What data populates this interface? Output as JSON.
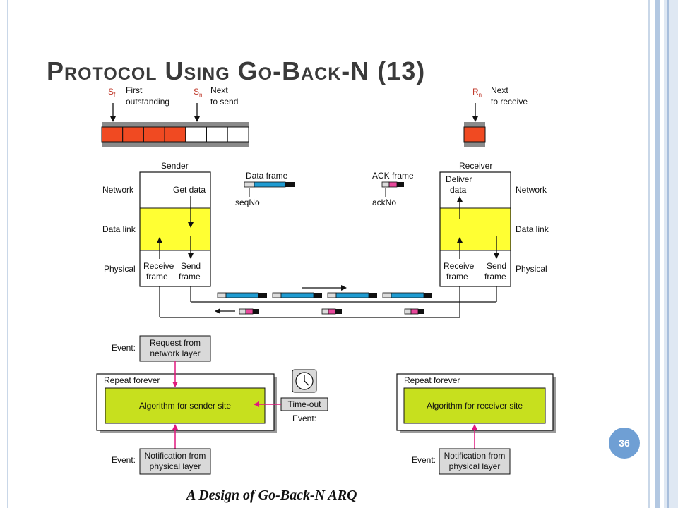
{
  "slide": {
    "title": "Protocol Using Go-Back-N (13)",
    "page_number": "36",
    "caption": "A Design of Go-Back-N ARQ"
  },
  "window": {
    "sf": "S",
    "sf_sub": "f",
    "sn": "S",
    "sn_sub": "n",
    "first": "First",
    "outstanding": "outstanding",
    "next": "Next",
    "to_send": "to send",
    "rn": "R",
    "rn_sub": "n",
    "next_r": "Next",
    "to_receive": "to receive"
  },
  "sender": {
    "title": "Sender",
    "network": "Network",
    "data_link": "Data link",
    "physical": "Physical",
    "get_data": "Get data",
    "receive_1": "Receive",
    "receive_2": "frame",
    "send_1": "Send",
    "send_2": "frame"
  },
  "receiver": {
    "title": "Receiver",
    "network": "Network",
    "data_link": "Data link",
    "physical": "Physical",
    "deliver_1": "Deliver",
    "deliver_2": "data",
    "receive_1": "Receive",
    "receive_2": "frame",
    "send_1": "Send",
    "send_2": "frame"
  },
  "frames": {
    "data_frame": "Data frame",
    "seq_no": "seqNo",
    "ack_frame": "ACK frame",
    "ack_no": "ackNo"
  },
  "events": {
    "event_label": "Event:",
    "request_1": "Request from",
    "request_2": "network layer",
    "repeat_forever": "Repeat forever",
    "sender_algo": "Algorithm for sender site",
    "timeout": "Time-out",
    "notify_1": "Notification from",
    "notify_2": "physical layer",
    "receiver_algo": "Algorithm for receiver site"
  },
  "colors": {
    "frame_red": "#f04a22",
    "yellow": "#ffff33",
    "blue": "#1f9bd1",
    "pink": "#e8489b",
    "green": "#c7e01e",
    "magenta_arrow": "#e0197d",
    "badge": "#6f9fd4"
  }
}
